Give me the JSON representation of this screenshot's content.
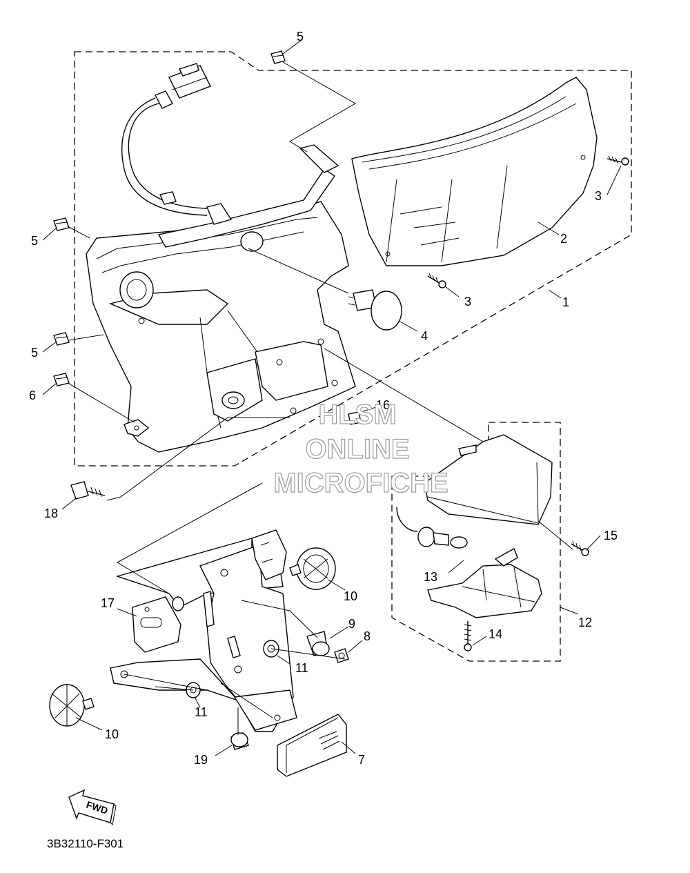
{
  "diagram": {
    "code": "3B32110-F301",
    "direction_label": "FWD",
    "watermark": [
      "HLSM",
      "ONLINE",
      "MICROFICHE"
    ],
    "callouts": {
      "c1": "1",
      "c2": "2",
      "c3a": "3",
      "c3b": "3",
      "c4": "4",
      "c5a": "5",
      "c5b": "5",
      "c5c": "5",
      "c6": "6",
      "c7": "7",
      "c8": "8",
      "c9": "9",
      "c10a": "10",
      "c10b": "10",
      "c11a": "11",
      "c11b": "11",
      "c12": "12",
      "c13": "13",
      "c14": "14",
      "c15": "15",
      "c16": "16",
      "c17": "17",
      "c18": "18",
      "c19": "19"
    }
  }
}
